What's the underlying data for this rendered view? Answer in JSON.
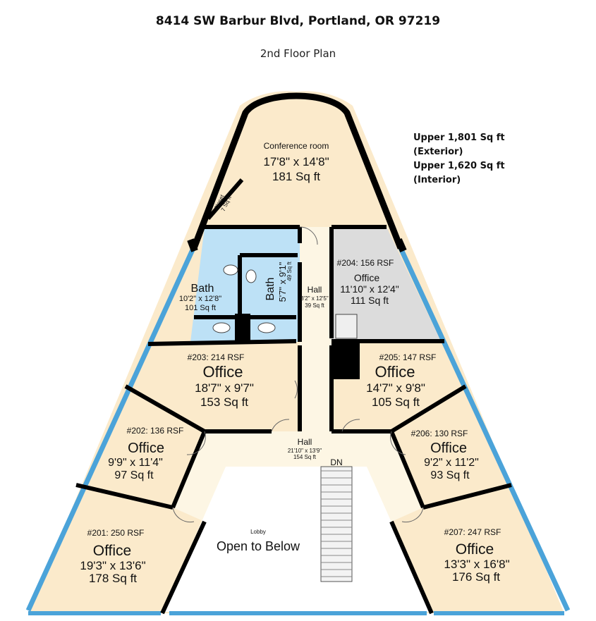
{
  "header": {
    "address": "8414 SW Barbur Blvd, Portland, OR 97219",
    "floor": "2nd Floor Plan"
  },
  "summary": {
    "exterior": "Upper 1,801 Sq ft (Exterior)",
    "interior": "Upper 1,620 Sq ft (Interior)"
  },
  "colors": {
    "room": "#fbeacb",
    "bath": "#bde1f6",
    "office204": "#dcdcdc",
    "hall": "#fdf6e4",
    "window": "#4ba3d9",
    "wall": "#000000"
  },
  "rooms": {
    "conference": {
      "name": "Conference room",
      "dims": "17'8\" x 14'8\"",
      "area": "181 Sq ft"
    },
    "closet": {
      "name": "Closet",
      "area": "7 Sq ft"
    },
    "bath1": {
      "name": "Bath",
      "dims": "10'2\" x 12'8\"",
      "area": "101 Sq ft"
    },
    "bath2": {
      "name": "Bath",
      "dims": "5'7\" x 9'1\"",
      "area": "49 Sq ft"
    },
    "hall_upper": {
      "name": "Hall",
      "dims": "3'2\" x 12'5\"",
      "area": "39 Sq ft"
    },
    "r204": {
      "unit": "#204: 156 RSF",
      "name": "Office",
      "dims": "11'10\" x 12'4\"",
      "area": "111 Sq ft"
    },
    "r203": {
      "unit": "#203: 214 RSF",
      "name": "Office",
      "dims": "18'7\" x 9'7\"",
      "area": "153 Sq ft"
    },
    "r205": {
      "unit": "#205: 147 RSF",
      "name": "Office",
      "dims": "14'7\" x 9'8\"",
      "area": "105 Sq ft"
    },
    "r202": {
      "unit": "#202: 136 RSF",
      "name": "Office",
      "dims": "9'9\" x 11'4\"",
      "area": "97 Sq ft"
    },
    "r206": {
      "unit": "#206: 130 RSF",
      "name": "Office",
      "dims": "9'2\" x 11'2\"",
      "area": "93 Sq ft"
    },
    "hall_lower": {
      "name": "Hall",
      "dims": "21'10\" x 13'9\"",
      "area": "154 Sq ft"
    },
    "stairs": {
      "label": "DN"
    },
    "lobby": {
      "name": "Lobby",
      "label": "Open to Below"
    },
    "r201": {
      "unit": "#201: 250 RSF",
      "name": "Office",
      "dims": "19'3\" x 13'6\"",
      "area": "178 Sq ft"
    },
    "r207": {
      "unit": "#207: 247 RSF",
      "name": "Office",
      "dims": "13'3\" x 16'8\"",
      "area": "176 Sq ft"
    }
  }
}
